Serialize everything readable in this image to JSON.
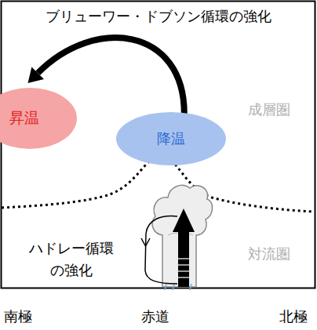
{
  "diagram": {
    "nodes": [
      {
        "text": [
          "昇温"
        ]
      },
      {
        "text": [
          "降温"
        ]
      }
    ],
    "edges": [
      {
        "from": 1,
        "to": 0,
        "arrow": "to",
        "label": "ブリューワー・ドブソン循環の強化"
      }
    ],
    "labels": [
      "成層圏",
      "対流圏",
      "ハドレー循環の強化",
      "南極",
      "赤道",
      "北極"
    ]
  }
}
